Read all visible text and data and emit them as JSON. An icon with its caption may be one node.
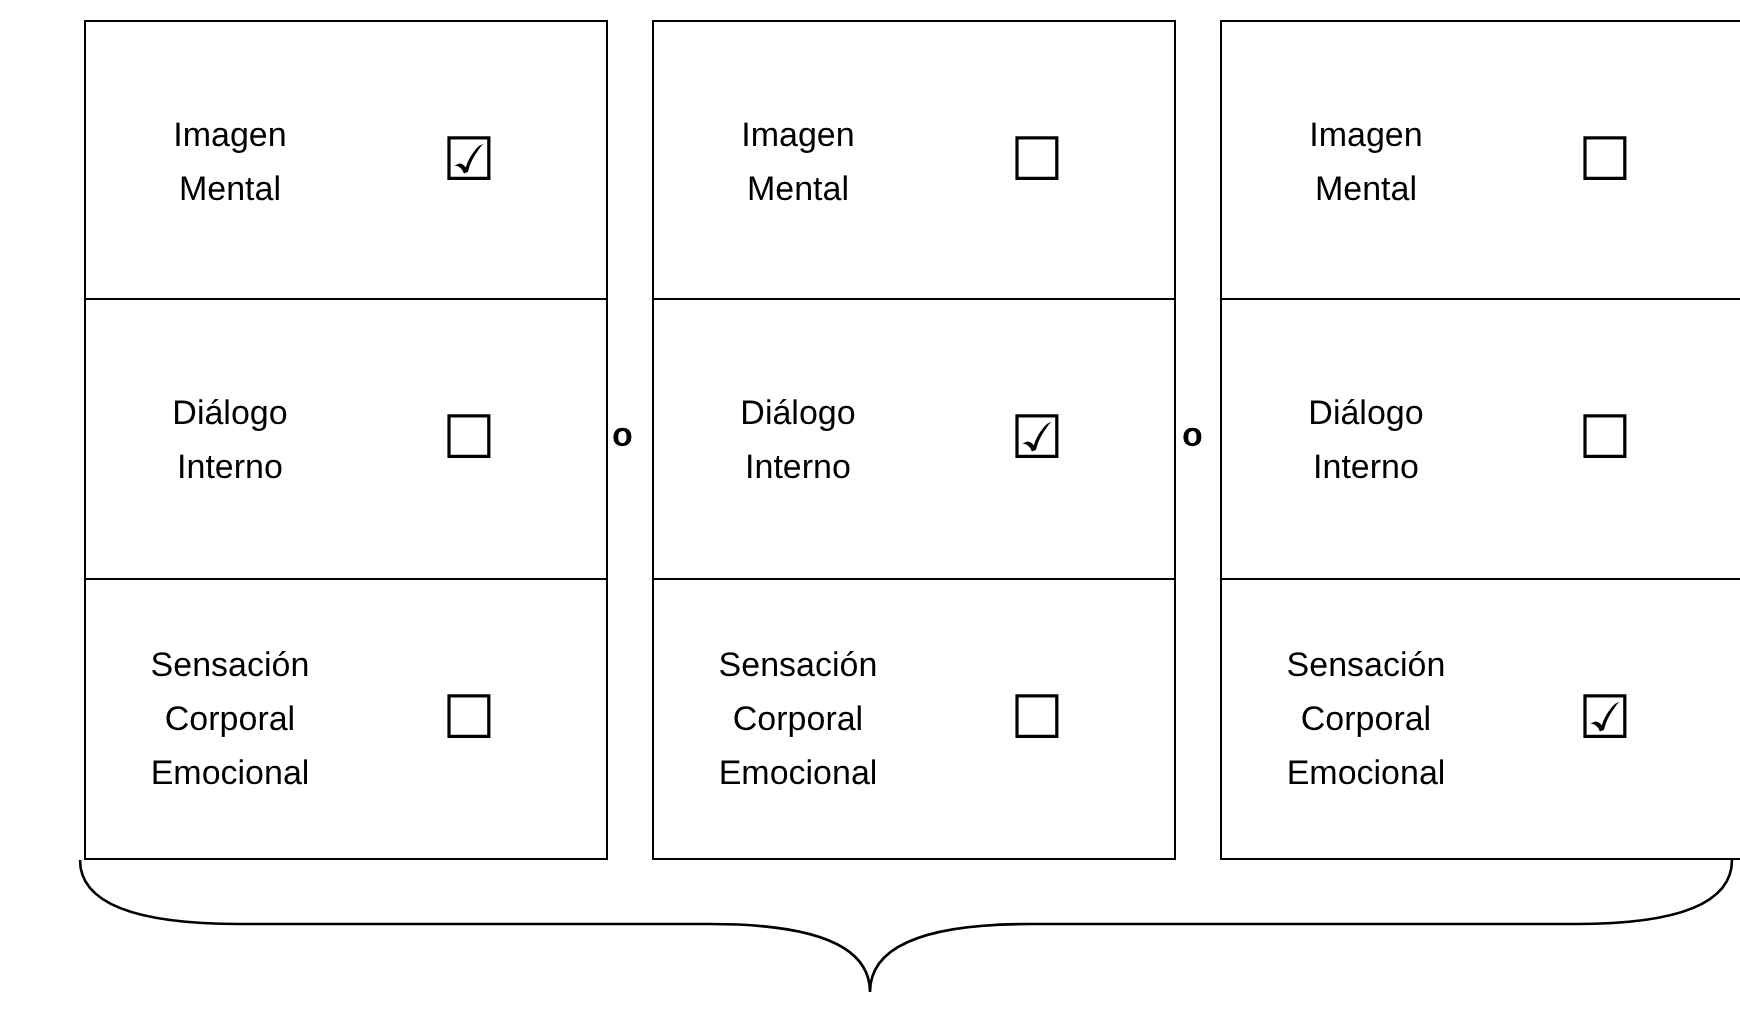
{
  "diagram": {
    "nodes": [
      {
        "text": [
          "Imagen Mental",
          "☑"
        ]
      },
      {
        "text": [
          "Diálogo Interno",
          "☐"
        ]
      },
      {
        "text": [
          "Sensación Corporal Emocional",
          "☐"
        ]
      },
      {
        "text": [
          "Imagen Mental",
          "☐"
        ]
      },
      {
        "text": [
          "Diálogo Interno",
          "☑"
        ]
      },
      {
        "text": [
          "Sensación Corporal Emocional",
          "☐"
        ]
      },
      {
        "text": [
          "Imagen Mental",
          "☐"
        ]
      },
      {
        "text": [
          "Diálogo Interno",
          "☐"
        ]
      },
      {
        "text": [
          "Sensación Corporal Emocional",
          "☑"
        ]
      }
    ],
    "labels": [
      "o",
      "o"
    ]
  }
}
